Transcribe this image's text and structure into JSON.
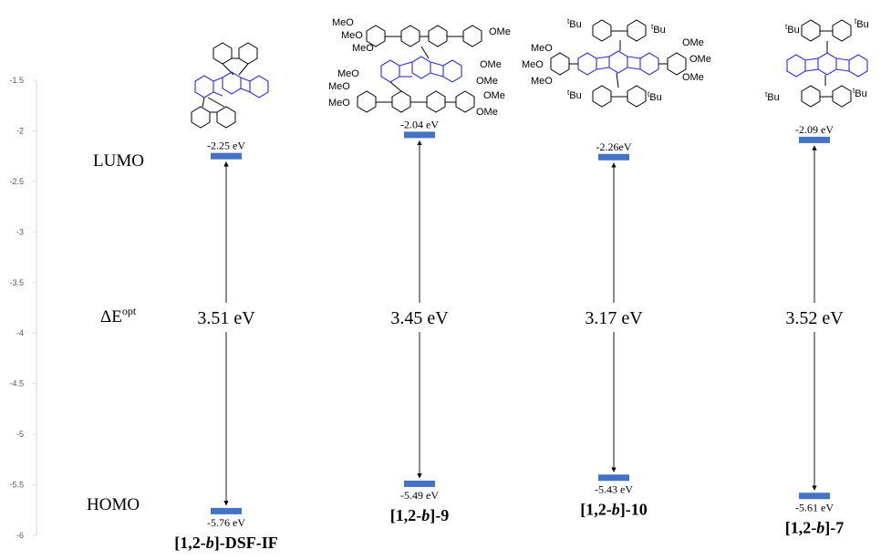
{
  "chart_data": {
    "type": "energy-level",
    "ylim": [
      -6,
      -1.5
    ],
    "yticks": [
      -1.5,
      -2,
      -2.5,
      -3,
      -3.5,
      -4,
      -4.5,
      -5,
      -5.5,
      -6
    ],
    "tick_labels": [
      "-1.5",
      "-2",
      "-2.5",
      "-3",
      "-3.5",
      "-4",
      "-4.5",
      "-5",
      "-5.5",
      "-6"
    ],
    "row_labels": {
      "lumo": "LUMO",
      "homo": "HOMO",
      "gap_main": "ΔE",
      "gap_sup": "opt"
    },
    "compounds": [
      {
        "name_pre": "[1,2-",
        "name_it": "b",
        "name_post": "]-DSF-IF",
        "lumo": -2.25,
        "homo": -5.76,
        "lumo_label": "-2.25 eV",
        "homo_label": "-5.76 eV",
        "gap_label": "3.51 eV"
      },
      {
        "name_pre": "[1,2-",
        "name_it": "b",
        "name_post": "]-9",
        "lumo": -2.04,
        "homo": -5.49,
        "lumo_label": "-2.04 eV",
        "homo_label": "-5.49 eV",
        "gap_label": "3.45 eV"
      },
      {
        "name_pre": "[1,2-",
        "name_it": "b",
        "name_post": "]-10",
        "lumo": -2.26,
        "homo": -5.43,
        "lumo_label": "-2.26eV",
        "homo_label": "-5.43 eV",
        "gap_label": "3.17 eV"
      },
      {
        "name_pre": "[1,2-",
        "name_it": "b",
        "name_post": "]-7",
        "lumo": -2.09,
        "homo": -5.61,
        "lumo_label": "-2.09 eV",
        "homo_label": "-5.61 eV",
        "gap_label": "3.52 eV"
      }
    ],
    "bar_color": "#4472c4",
    "structure_labels": {
      "c9": [
        "MeO",
        "MeO",
        "MeO",
        "OMe",
        "OMe",
        "MeO",
        "MeO",
        "MeO",
        "OMe",
        "OMe",
        "OMe"
      ],
      "c10": [
        "MeO",
        "MeO",
        "MeO",
        "OMe",
        "OMe",
        "OMe"
      ],
      "tbu_prefix": "t",
      "tbu_suffix": "Bu"
    }
  }
}
